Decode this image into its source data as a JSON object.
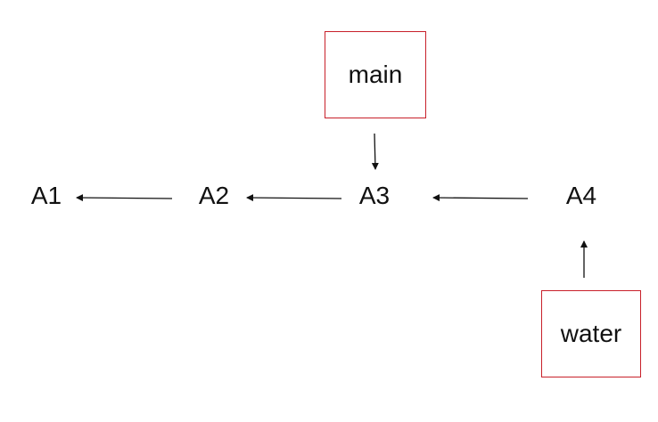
{
  "nodes": {
    "a1": "A1",
    "a2": "A2",
    "a3": "A3",
    "a4": "A4"
  },
  "pointers": {
    "main": "main",
    "water": "water"
  },
  "edges": [
    {
      "from": "A2",
      "to": "A1"
    },
    {
      "from": "A3",
      "to": "A2"
    },
    {
      "from": "A4",
      "to": "A3"
    },
    {
      "from": "main",
      "to": "A3"
    },
    {
      "from": "water",
      "to": "A4"
    }
  ],
  "colors": {
    "pointer_border": "#c8202a",
    "text": "#111111",
    "arrow": "#111111"
  }
}
